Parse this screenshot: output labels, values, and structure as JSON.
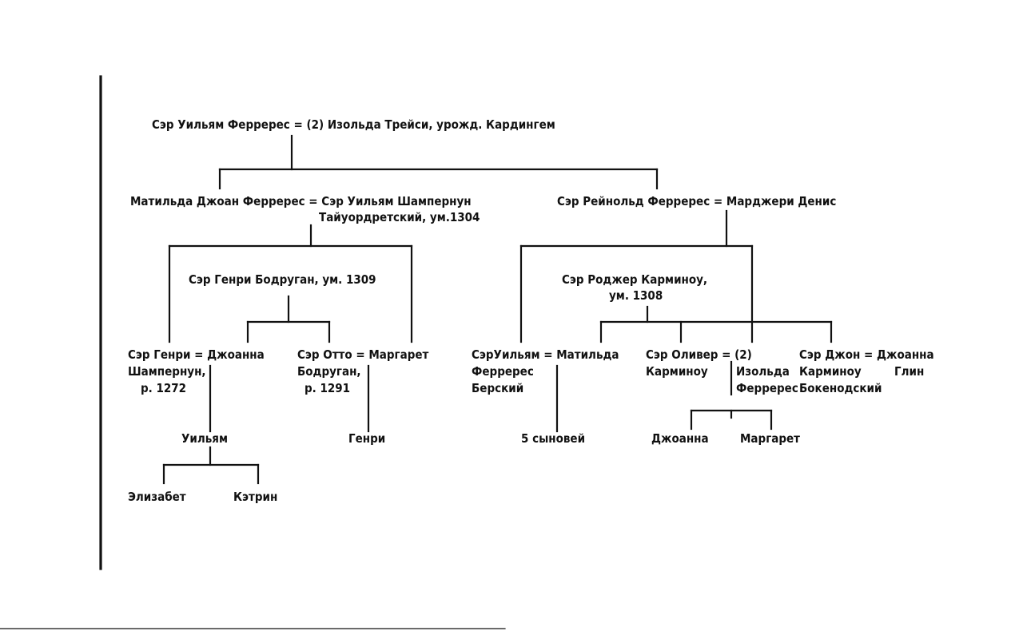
{
  "tree": {
    "root_couple": "Сэр Уильям Ферререс = (2) Изольда Трейси, урожд. Кардингем",
    "matilda_couple": "Матильда Джоан Ферререс = Сэр Уильям Шампернун",
    "matilda_spouse_title": "Тайуордретский, ум.1304",
    "reynold_couple": "Сэр Рейнольд Ферререс = Марджери Денис",
    "henry_bodrugan": "Сэр Генри Бодруган, ум. 1309",
    "roger_carminow": "Сэр Роджер Карминоу,",
    "roger_died": "ум. 1308",
    "henry_champernoun": "Сэр Генри = Джоанна",
    "henry_champernoun_surname": "Шампернун,",
    "henry_champernoun_born": "р. 1272",
    "otto_bodrugan": "Сэр Отто = Маргарет",
    "otto_bodrugan_surname": "Бодруган,",
    "otto_bodrugan_born": "р. 1291",
    "william_ferrers_bere": "СэрУильям = Матильда",
    "william_ferrers_bere_surname": "Ферререс",
    "william_ferrers_bere_place": "Берский",
    "oliver_carminow": "Сэр Оливер = (2)",
    "oliver_carminow_surname": "Карминоу",
    "isolda_ferrers": "Изольда",
    "isolda_ferrers_surname": "Ферререс",
    "john_carminow": "Сэр Джон = Джоанна",
    "john_carminow_surname": "Карминоу",
    "john_carminow_place": "Бокенодский",
    "john_wife_surname": "Глин",
    "william_son": "Уильям",
    "henry_son": "Генри",
    "five_sons": "5 сыновей",
    "joanna_daughter": "Джоанна",
    "margaret_daughter": "Маргарет",
    "elizabeth": "Элизабет",
    "katherine": "Кэтрин"
  }
}
